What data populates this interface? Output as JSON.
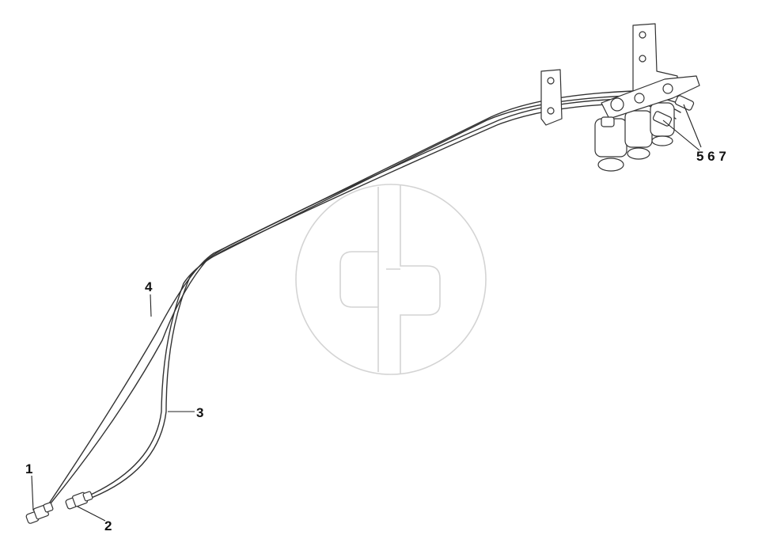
{
  "callouts": {
    "c1": "1",
    "c2": "2",
    "c3": "3",
    "c4": "4",
    "c567": "5 6 7"
  },
  "watermark": {
    "kind": "logo",
    "color": "#d4d4d4"
  },
  "colors": {
    "line": "#333333",
    "background": "#ffffff"
  }
}
